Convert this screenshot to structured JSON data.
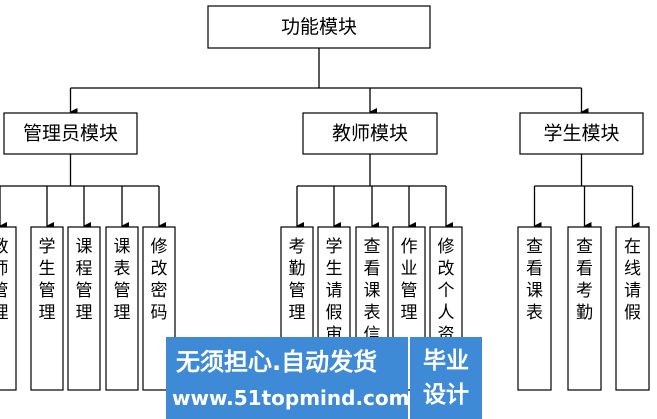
{
  "root": {
    "label": "功能模块"
  },
  "modules": [
    {
      "label": "管理员模块",
      "children": [
        "教师管理",
        "学生管理",
        "课程管理",
        "课表管理",
        "修改密码"
      ]
    },
    {
      "label": "教师模块",
      "children": [
        "考勤管理",
        "学生请假审批",
        "查看课表信息",
        "作业管理",
        "修改个人资料"
      ]
    },
    {
      "label": "学生模块",
      "children": [
        "查看课表",
        "查看考勤",
        "在线请假"
      ]
    }
  ],
  "watermark": {
    "line1": "无须担心.自动发货",
    "line2": "www.51topmind.com",
    "badge_top": "毕业",
    "badge_bottom": "设计",
    "panel_color": "#3f8ad6"
  }
}
